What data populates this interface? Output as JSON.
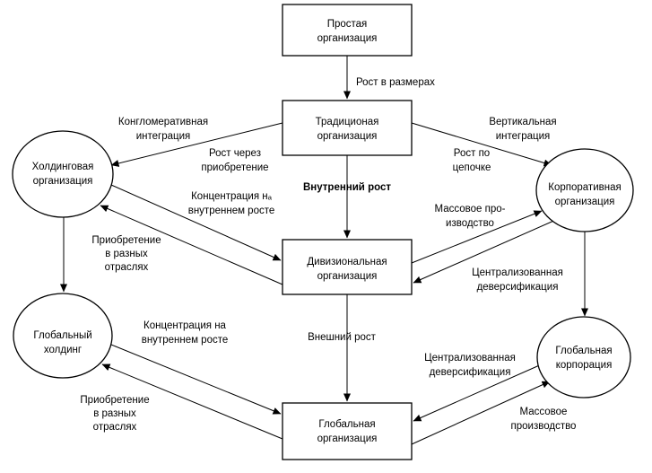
{
  "nodes": {
    "prostaya": [
      "Простая",
      "организация"
    ],
    "tradicionnaya": [
      "Традиционая",
      "организация"
    ],
    "divizionalnaya": [
      "Дивизиональная",
      "организация"
    ],
    "globalnaya": [
      "Глобальная",
      "организация"
    ],
    "holding": [
      "Холдинговая",
      "организация"
    ],
    "globalny_holding": [
      "Глобальный",
      "холдинг"
    ],
    "korporativnaya": [
      "Корпоративная",
      "организация"
    ],
    "globalnaya_korporaciya": [
      "Глобальная",
      "корпорация"
    ]
  },
  "labels": {
    "rost_v_razmerah": [
      "Рост в размерах"
    ],
    "konglomerativnaya": [
      "Конгломеративная",
      "интеграция"
    ],
    "vertikalnaya": [
      "Вертикальная",
      "интеграция"
    ],
    "rost_cherez": [
      "Рост через",
      "приобретение"
    ],
    "rost_po_cepochke": [
      "Рост по",
      "цепочке"
    ],
    "vnutrenniy_rost": [
      "Внутренний рост"
    ],
    "koncentraciya_1": [
      "Концентрация нₐ",
      "внутреннем росте"
    ],
    "massovoe_1": [
      "Массовое про-",
      "изводство"
    ],
    "priobretenie_1": [
      "Приобретение",
      "в разных",
      "отраслях"
    ],
    "centralizovannaya_1": [
      "Централизованная",
      "деверсификация"
    ],
    "koncentraciya_2": [
      "Концентрация на",
      "внутреннем росте"
    ],
    "vneshniy_rost": [
      "Внешний рост"
    ],
    "centralizovannaya_2": [
      "Централизованная",
      "деверсификация"
    ],
    "priobretenie_2": [
      "Приобретение",
      "в разных",
      "отраслях"
    ],
    "massovoe_2": [
      "Массовое",
      "производство"
    ]
  }
}
